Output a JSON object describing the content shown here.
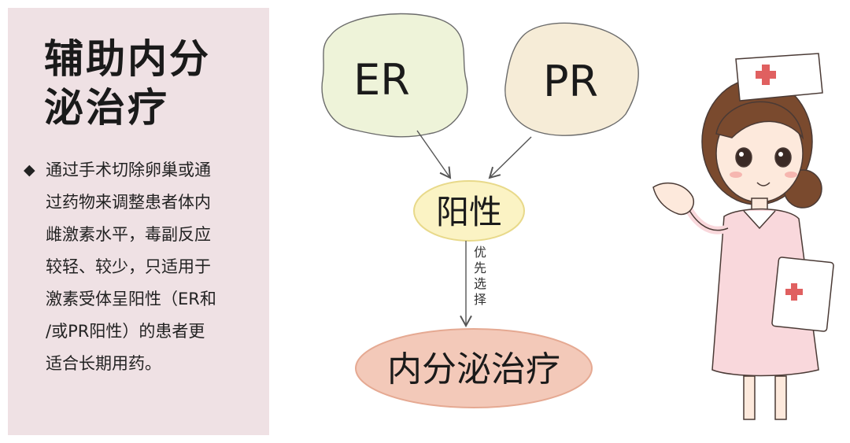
{
  "title_lines": [
    "辅助内分",
    "泌治疗"
  ],
  "bullet_symbol": "◆",
  "body_lines": [
    "通过手术切除卵巢或通",
    "过药物来调整患者体内",
    "雌激素水平，毒副反应",
    "较轻、较少，只适用于",
    "激素受体呈阳性（ER和",
    "/或PR阳性）的患者更",
    "适合长期用药。"
  ],
  "diagram": {
    "node_er": "ER",
    "node_pr": "PR",
    "node_positive": "阳性",
    "edge_label_chars": [
      "优",
      "先",
      "选",
      "择"
    ],
    "node_therapy": "内分泌治疗"
  },
  "colors": {
    "panel_bg": "#efe1e4",
    "er_fill": "#eef3d9",
    "pr_fill": "#f6ecd7",
    "positive_fill": "#fbf3c4",
    "positive_stroke": "#e8d98a",
    "therapy_fill": "#f3c9b9",
    "therapy_stroke": "#e5a992"
  },
  "illustration": "nurse-icon"
}
